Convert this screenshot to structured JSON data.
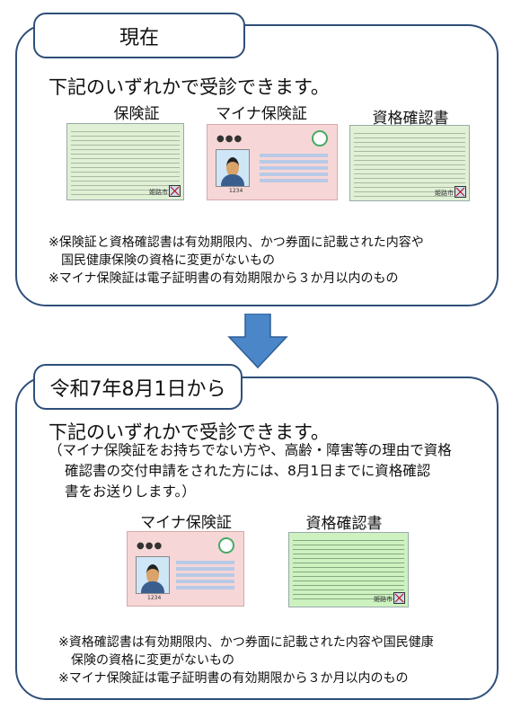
{
  "current": {
    "tab_label": "現在",
    "headline": "下記のいずれかで受診できます。",
    "cards": [
      {
        "caption": "保険証",
        "icon": "health-insurance-card"
      },
      {
        "caption": "マイナ保険証",
        "icon": "my-number-insurance-card"
      },
      {
        "caption": "資格確認書",
        "icon": "eligibility-certificate-card"
      }
    ],
    "notes": [
      "※保険証と資格確認書は有効期限内、かつ券面に記載された内容や",
      "国民健康保険の資格に変更がないもの",
      "※マイナ保険証は電子証明書の有効期限から３か月以内のもの"
    ]
  },
  "future": {
    "tab_label": "令和7年8月1日から",
    "headline": "下記のいずれかで受診できます。",
    "subtext": [
      "（マイナ保険証をお持ちでない方や、高齢・障害等の理由で資格",
      "確認書の交付申請をされた方には、8月1日までに資格確認",
      "書をお送りします。）"
    ],
    "cards": [
      {
        "caption": "マイナ保険証",
        "icon": "my-number-insurance-card"
      },
      {
        "caption": "資格確認書",
        "icon": "eligibility-certificate-card"
      }
    ],
    "notes": [
      "※資格確認書は有効期限内、かつ券面に記載された内容や国民健康",
      "保険の資格に変更がないもの",
      "※マイナ保険証は電子証明書の有効期限から３か月以内のもの"
    ]
  },
  "card_text": {
    "issuer": "姫路市",
    "photo_tag": "1234",
    "dots": "●●●"
  },
  "colors": {
    "border": "#2f4f7a",
    "arrow": "#4a86c8",
    "card_green": "#dff0d4",
    "card_pink": "#f6d6d6"
  }
}
